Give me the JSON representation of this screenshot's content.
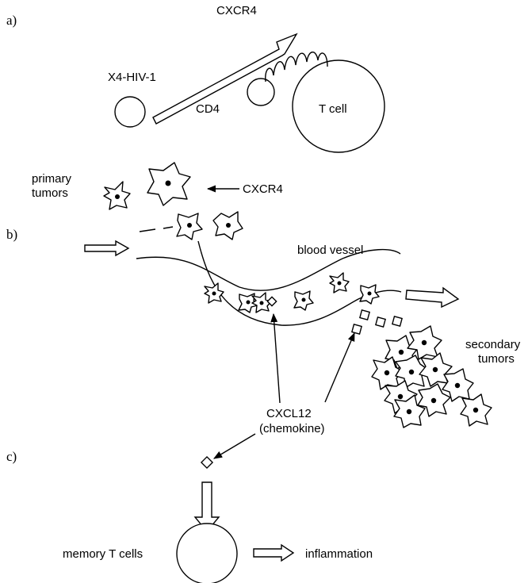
{
  "panels": {
    "a": "a)",
    "b": "b)",
    "c": "c)"
  },
  "labels": {
    "virus": "X4-HIV-1",
    "receptor_top": "CXCR4",
    "cd4": "CD4",
    "t_cell": "T cell",
    "primary": [
      "primary",
      "tumors"
    ],
    "receptor_tumor": "CXCR4",
    "blood_vessel": "blood vessel",
    "secondary": [
      "secondary",
      "tumors"
    ],
    "chemokine_name": "CXCL12",
    "chemokine_desc": "(chemokine)",
    "memory": "memory T cells",
    "inflammation": "inflammation"
  }
}
